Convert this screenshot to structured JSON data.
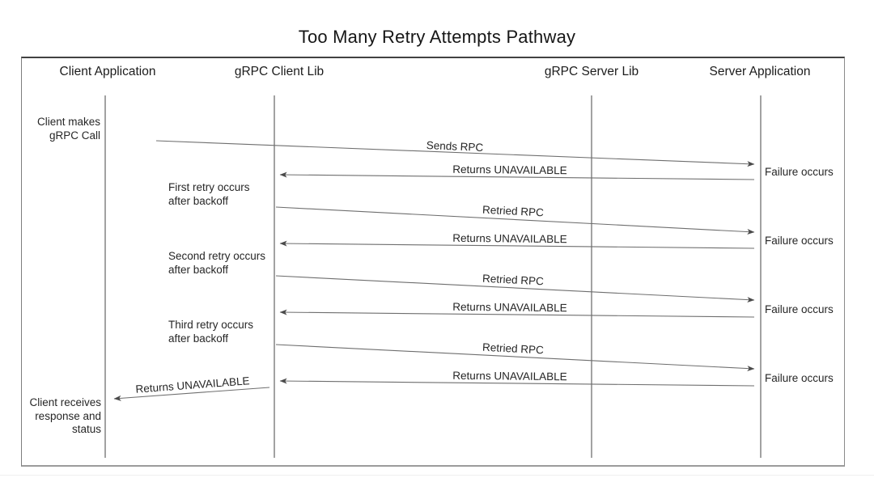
{
  "title": "Too Many Retry Attempts Pathway",
  "actors": [
    {
      "label": "Client Application"
    },
    {
      "label": "gRPC Client Lib"
    },
    {
      "label": "gRPC Server Lib"
    },
    {
      "label": "Server Application"
    }
  ],
  "messages": [
    {
      "label": "Sends RPC",
      "from": "Client Application",
      "to": "Server Application"
    },
    {
      "label": "Returns UNAVAILABLE",
      "from": "Server Application",
      "to": "gRPC Client Lib"
    },
    {
      "label": "Retried RPC",
      "from": "gRPC Client Lib",
      "to": "Server Application"
    },
    {
      "label": "Returns UNAVAILABLE",
      "from": "Server Application",
      "to": "gRPC Client Lib"
    },
    {
      "label": "Retried RPC",
      "from": "gRPC Client Lib",
      "to": "Server Application"
    },
    {
      "label": "Returns UNAVAILABLE",
      "from": "Server Application",
      "to": "gRPC Client Lib"
    },
    {
      "label": "Retried RPC",
      "from": "gRPC Client Lib",
      "to": "Server Application"
    },
    {
      "label": "Returns UNAVAILABLE",
      "from": "Server Application",
      "to": "gRPC Client Lib"
    },
    {
      "label": "Returns UNAVAILABLE",
      "from": "gRPC Client Lib",
      "to": "Client Application"
    }
  ],
  "annotations": [
    {
      "text": "Client makes\ngRPC Call"
    },
    {
      "text": "First retry occurs\nafter backoff"
    },
    {
      "text": "Second retry occurs\nafter backoff"
    },
    {
      "text": "Third retry occurs\nafter backoff"
    },
    {
      "text": "Client receives\nresponse and\nstatus"
    },
    {
      "text": "Failure occurs"
    },
    {
      "text": "Failure occurs"
    },
    {
      "text": "Failure occurs"
    },
    {
      "text": "Failure occurs"
    }
  ],
  "colors": {
    "background": "#ffffff",
    "text": "#222222",
    "line": "#6e6e6e",
    "frame_border": "#7d7d7d"
  }
}
